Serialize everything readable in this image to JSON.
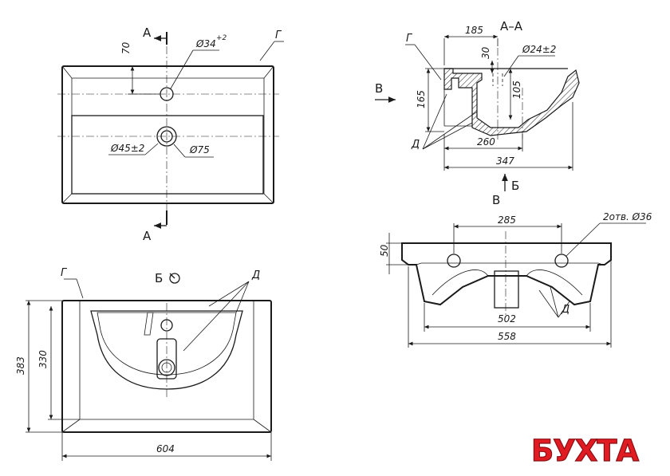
{
  "top_view": {
    "section_letter": "А",
    "dim_70": "70",
    "dim_hole": "Ø34",
    "dim_hole_tol": "+2",
    "dim_drain": "Ø45±2",
    "dim_drain_outer": "Ø75",
    "label_g": "Г"
  },
  "section_view": {
    "title": "А–А",
    "dim_185": "185",
    "dim_30": "30",
    "dim_24": "Ø24±2",
    "dim_105": "105",
    "dim_165": "165",
    "dim_260": "260",
    "dim_347": "347",
    "label_g": "Г",
    "label_d": "Д",
    "arrow_v": "В",
    "arrow_b": "Б"
  },
  "side_view": {
    "title": "В",
    "dim_285": "285",
    "dim_holes": "2отв. Ø36",
    "dim_50": "50",
    "dim_502": "502",
    "dim_558": "558",
    "label_d": "Д"
  },
  "front_view": {
    "title": "Б",
    "label_g": "Г",
    "label_d": "Д",
    "dim_383": "383",
    "dim_330": "330",
    "dim_604": "604"
  },
  "brand": {
    "logo_text": "БУХТА",
    "logo_color": "#e11b22"
  }
}
